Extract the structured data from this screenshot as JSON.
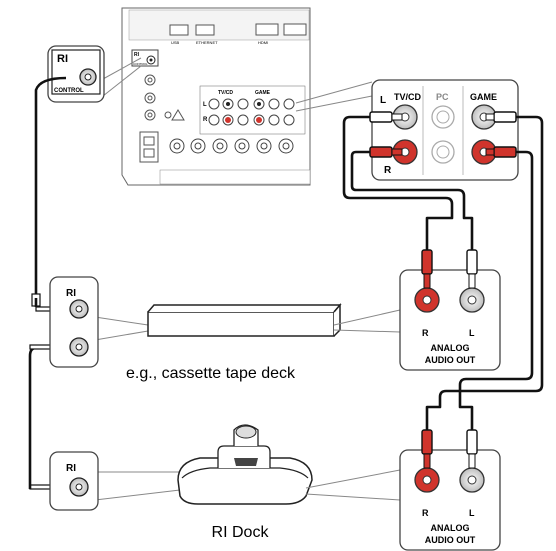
{
  "receiver_panel": {
    "ri_label": "RI",
    "control_label": "CONTROL",
    "usb_label": "USB",
    "ethernet_label": "ETHERNET",
    "hdmi_label": "HDMI",
    "tvcd_label": "TV/CD",
    "game_label": "GAME",
    "l_label": "L",
    "r_label": "R"
  },
  "callout_rca": {
    "l_label": "L",
    "tvcd_label": "TV/CD",
    "pc_label": "PC",
    "game_label": "GAME",
    "r_label": "R"
  },
  "callout_ri_top": {
    "label": "RI",
    "control_label": "CONTROL"
  },
  "ri_jack_deck": {
    "label": "RI"
  },
  "ri_jack_dock": {
    "label": "RI"
  },
  "analog_out_deck": {
    "r": "R",
    "l": "L",
    "line1": "ANALOG",
    "line2": "AUDIO OUT"
  },
  "analog_out_dock": {
    "r": "R",
    "l": "L",
    "line1": "ANALOG",
    "line2": "AUDIO OUT"
  },
  "devices": {
    "cassette_caption": "e.g., cassette tape deck",
    "dock_caption": "RI Dock"
  },
  "colors": {
    "red": "#d0342c",
    "cable": "#111111",
    "panel_stroke": "#555555"
  }
}
